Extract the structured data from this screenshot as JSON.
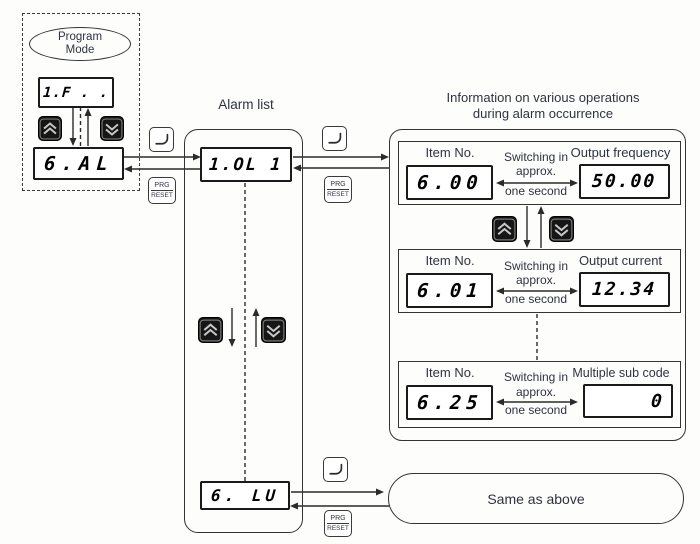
{
  "program_mode": {
    "title": "Program Mode",
    "display_top": "1.F . .",
    "display_bottom": "6.AL"
  },
  "alarm_list": {
    "title": "Alarm list",
    "display_top": "1.OL 1",
    "display_bottom": "6. LU"
  },
  "info_panel": {
    "title_line1": "Information on various operations",
    "title_line2": "during alarm occurrence",
    "rows": [
      {
        "item_label": "Item No.",
        "item_no": "6.00",
        "switching": [
          "Switching in",
          "approx.",
          "one second"
        ],
        "value_label": "Output frequency",
        "value": "50.00"
      },
      {
        "item_label": "Item No.",
        "item_no": "6.01",
        "switching": [
          "Switching in",
          "approx.",
          "one second"
        ],
        "value_label": "Output current",
        "value": "12.34"
      },
      {
        "item_label": "Item No.",
        "item_no": "6.25",
        "switching": [
          "Switching in",
          "approx.",
          "one second"
        ],
        "value_label": "Multiple sub code",
        "value": "0"
      }
    ]
  },
  "same_as_above": {
    "label": "Same as above"
  },
  "keys": {
    "prg_line1": "PRG",
    "prg_line2": "RESET",
    "enter_icon": "return-arrow-icon",
    "up_icon": "chevron-double-up-icon",
    "down_icon": "chevron-double-down-icon"
  },
  "colors": {
    "background": "#fdfdfb",
    "line": "#2b2b2b",
    "label_text": "#2e3340",
    "display_text": "#000000",
    "key_button_bg": "#161616",
    "key_button_chevron": "#c8c8c8"
  }
}
